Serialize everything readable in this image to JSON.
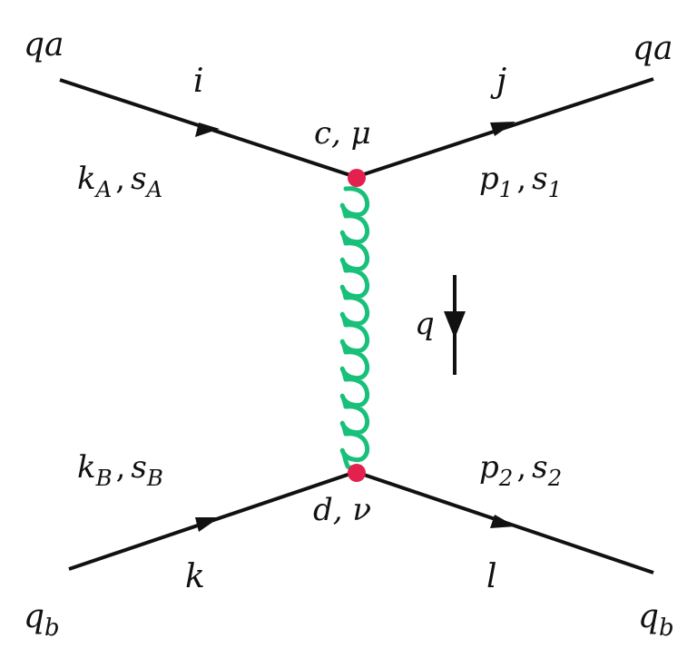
{
  "colors": {
    "fermion": "#111111",
    "gluon": "#18c07a",
    "vertex": "#e3204e",
    "background": "#ffffff"
  },
  "labels": {
    "top_left_quark": {
      "base": "q",
      "sub": "a"
    },
    "top_right_quark": {
      "base": "q",
      "sub": "a"
    },
    "bottom_left_quark": {
      "base": "q",
      "sub": "b"
    },
    "bottom_right_quark": {
      "base": "q",
      "sub": "b"
    },
    "color_i": "i",
    "color_j": "j",
    "color_k": "k",
    "color_l": "l",
    "top_vertex": "c, μ",
    "bottom_vertex": "d, ν",
    "momentum_q": "q",
    "incoming_a": {
      "p": "k",
      "p_sub": "A",
      "s": "s",
      "s_sub": "A"
    },
    "outgoing_1": {
      "p": "p",
      "p_sub": "1",
      "s": "s",
      "s_sub": "1"
    },
    "incoming_b": {
      "p": "k",
      "p_sub": "B",
      "s": "s",
      "s_sub": "B"
    },
    "outgoing_2": {
      "p": "p",
      "p_sub": "2",
      "s": "s",
      "s_sub": "2"
    }
  }
}
